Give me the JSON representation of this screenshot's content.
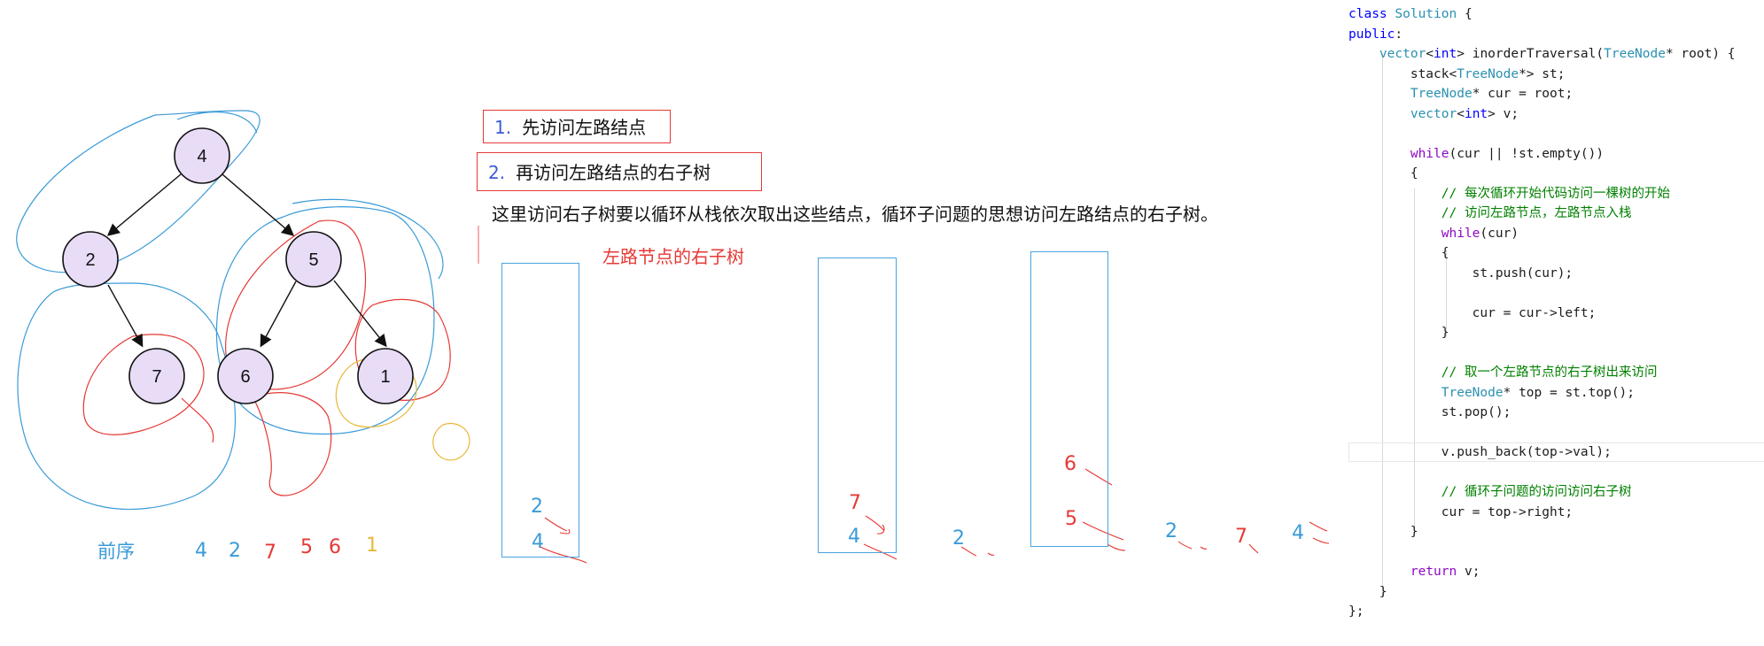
{
  "steps": [
    {
      "num": "1.",
      "text": "先访问左路结点"
    },
    {
      "num": "2.",
      "text": "再访问左路结点的右子树"
    }
  ],
  "description": "这里访问右子树要以循环从栈依次取出这些结点，循环子问题的思想访问左路结点的右子树。",
  "red_label": "左路节点的右子树",
  "tree": {
    "nodes": [
      "4",
      "2",
      "5",
      "7",
      "6",
      "1"
    ]
  },
  "preorder": {
    "label": "前序",
    "sequence": [
      "4",
      "2",
      "7",
      "5",
      "6",
      "1"
    ]
  },
  "stacks": [
    {
      "items": [
        "2",
        "4"
      ]
    },
    {
      "items": [
        "7",
        "4"
      ]
    },
    {
      "items": [
        "6",
        "5"
      ]
    }
  ],
  "output_between": [
    "2"
  ],
  "output_right": [
    "2",
    "7",
    "4"
  ],
  "colors": {
    "node_fill": "#e8dcf7",
    "blue": "#3a9bd8",
    "red": "#e53935",
    "yellow": "#e8b83a",
    "step_num": "#3b5bdb",
    "code_keyword": "#0000ff",
    "code_type": "#2b91af",
    "code_comment": "#008000",
    "code_control": "#8f08c4"
  },
  "code": [
    "class Solution {",
    "public:",
    "    vector<int> inorderTraversal(TreeNode* root) {",
    "        stack<TreeNode*> st;",
    "        TreeNode* cur = root;",
    "        vector<int> v;",
    "",
    "        while(cur || !st.empty())",
    "        {",
    "            // 每次循环开始代码访问一棵树的开始",
    "            // 访问左路节点，左路节点入栈",
    "            while(cur)",
    "            {",
    "                st.push(cur);",
    "",
    "                cur = cur->left;",
    "            }",
    "",
    "            // 取一个左路节点的右子树出来访问",
    "            TreeNode* top = st.top();",
    "            st.pop();",
    "",
    "            v.push_back(top->val);",
    "",
    "            // 循环子问题的访问访问右子树",
    "            cur = top->right;",
    "        }",
    "",
    "        return v;",
    "    }",
    "};"
  ]
}
